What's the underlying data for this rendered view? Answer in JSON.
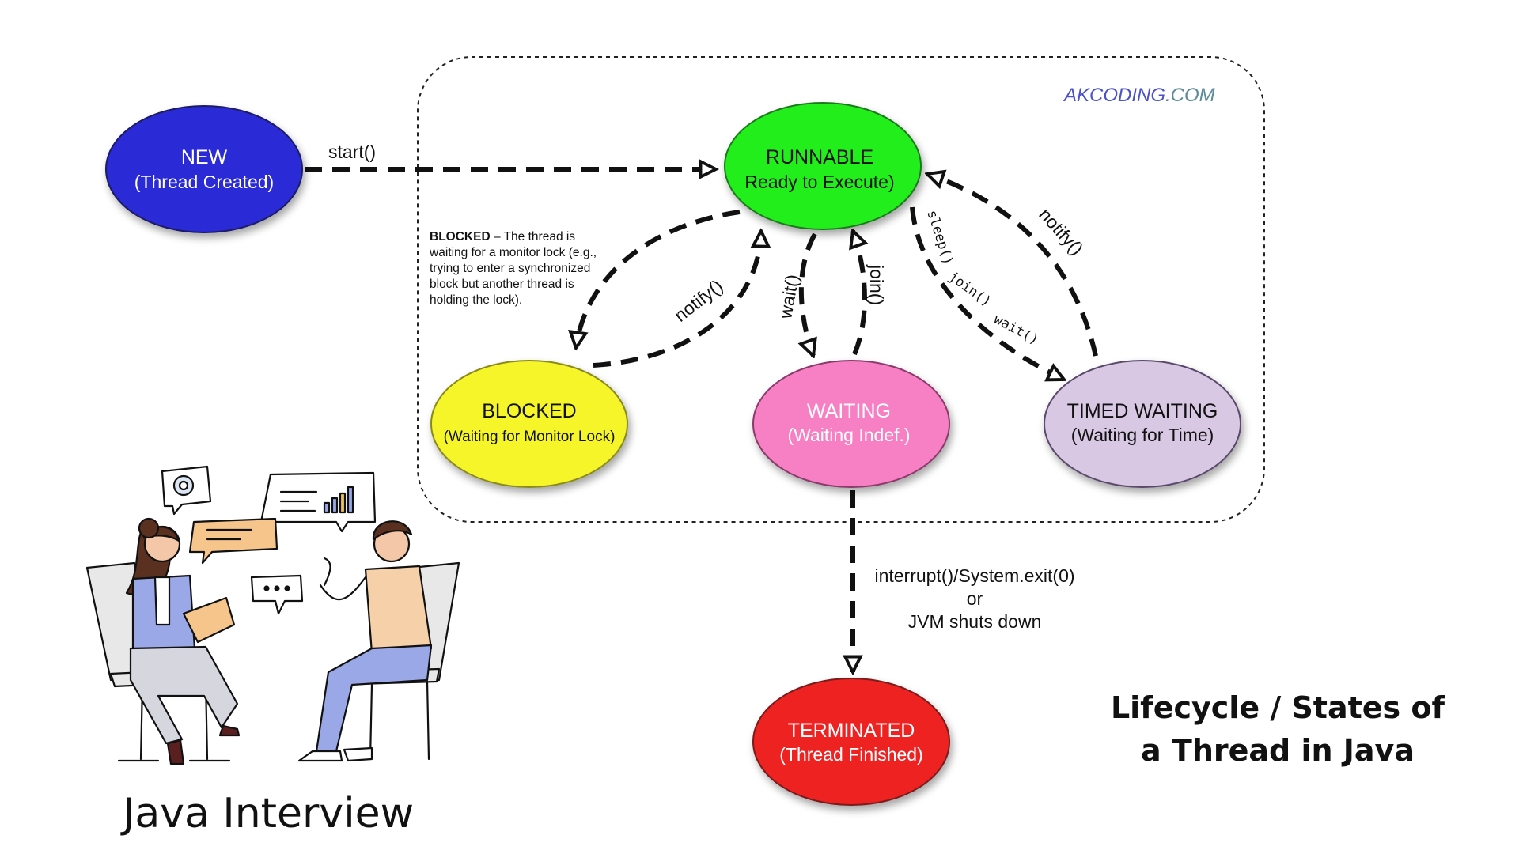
{
  "brand": {
    "name": "AKCODING",
    "suffix": ".COM",
    "name_color": "#4a52c8",
    "suffix_color": "#5a8a99"
  },
  "states": {
    "new": {
      "title": "NEW",
      "subtitle": "(Thread Created)",
      "color": "#2a2ad6",
      "text_color": "#ffffff"
    },
    "runnable": {
      "title": "RUNNABLE",
      "subtitle": "Ready to Execute)",
      "color": "#22ee1c",
      "text_color": "#111111"
    },
    "blocked": {
      "title": "BLOCKED",
      "subtitle": "(Waiting for Monitor Lock)",
      "color": "#f5f52a",
      "text_color": "#111111"
    },
    "waiting": {
      "title": "WAITING",
      "subtitle": "(Waiting Indef.)",
      "color": "#f77fc4",
      "text_color": "#ffffff"
    },
    "timed_waiting": {
      "title": "TIMED WAITING",
      "subtitle": "(Waiting for Time)",
      "color": "#d8c8e4",
      "text_color": "#111111"
    },
    "terminated": {
      "title": "TERMINATED",
      "subtitle": "(Thread Finished)",
      "color": "#ef2222",
      "text_color": "#ffffff"
    }
  },
  "transitions": {
    "start": "start()",
    "notify_blocked": "notify()",
    "wait": "wait()",
    "join": "join()",
    "sleep": "sleep()",
    "join_timed": "join()",
    "wait_timed": "wait()",
    "notify_timed": "notify()",
    "terminate_line1": "interrupt()/System.exit(0)",
    "terminate_line2": "or",
    "terminate_line3": "JVM shuts down"
  },
  "note": {
    "term": "BLOCKED",
    "text": " – The thread is waiting for a monitor lock (e.g., trying to enter a synchronized block but another thread is holding the lock)."
  },
  "title": {
    "line1": "Lifecycle / States of",
    "line2": "a Thread in Java"
  },
  "caption": "Java Interview",
  "illustration": {
    "icon": "two-people-interview-icon"
  }
}
